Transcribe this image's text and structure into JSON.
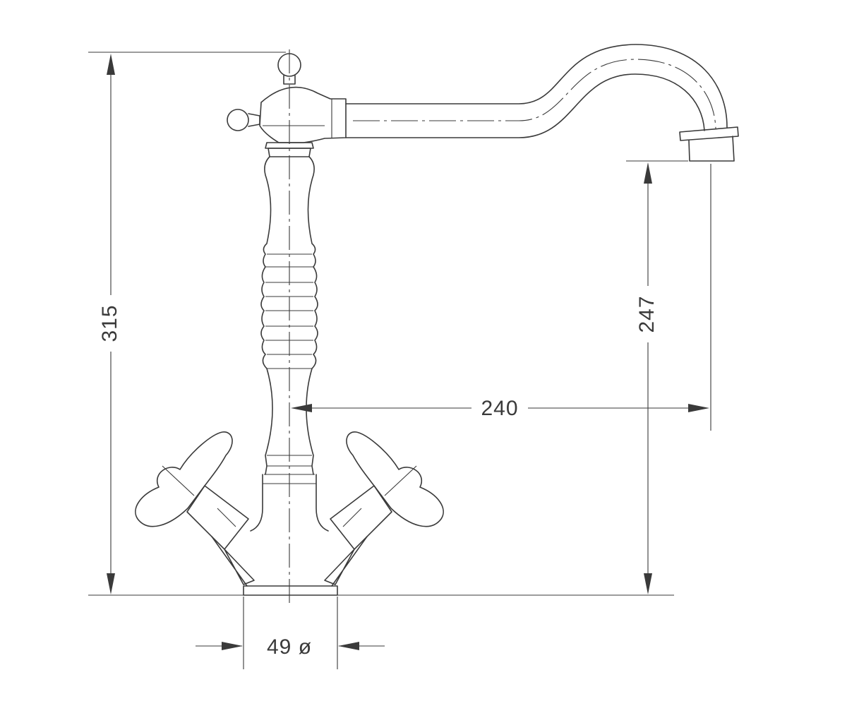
{
  "dimensions": {
    "total_height": "315",
    "spout_height": "247",
    "spout_reach": "240",
    "base_diameter": "49 ø"
  }
}
